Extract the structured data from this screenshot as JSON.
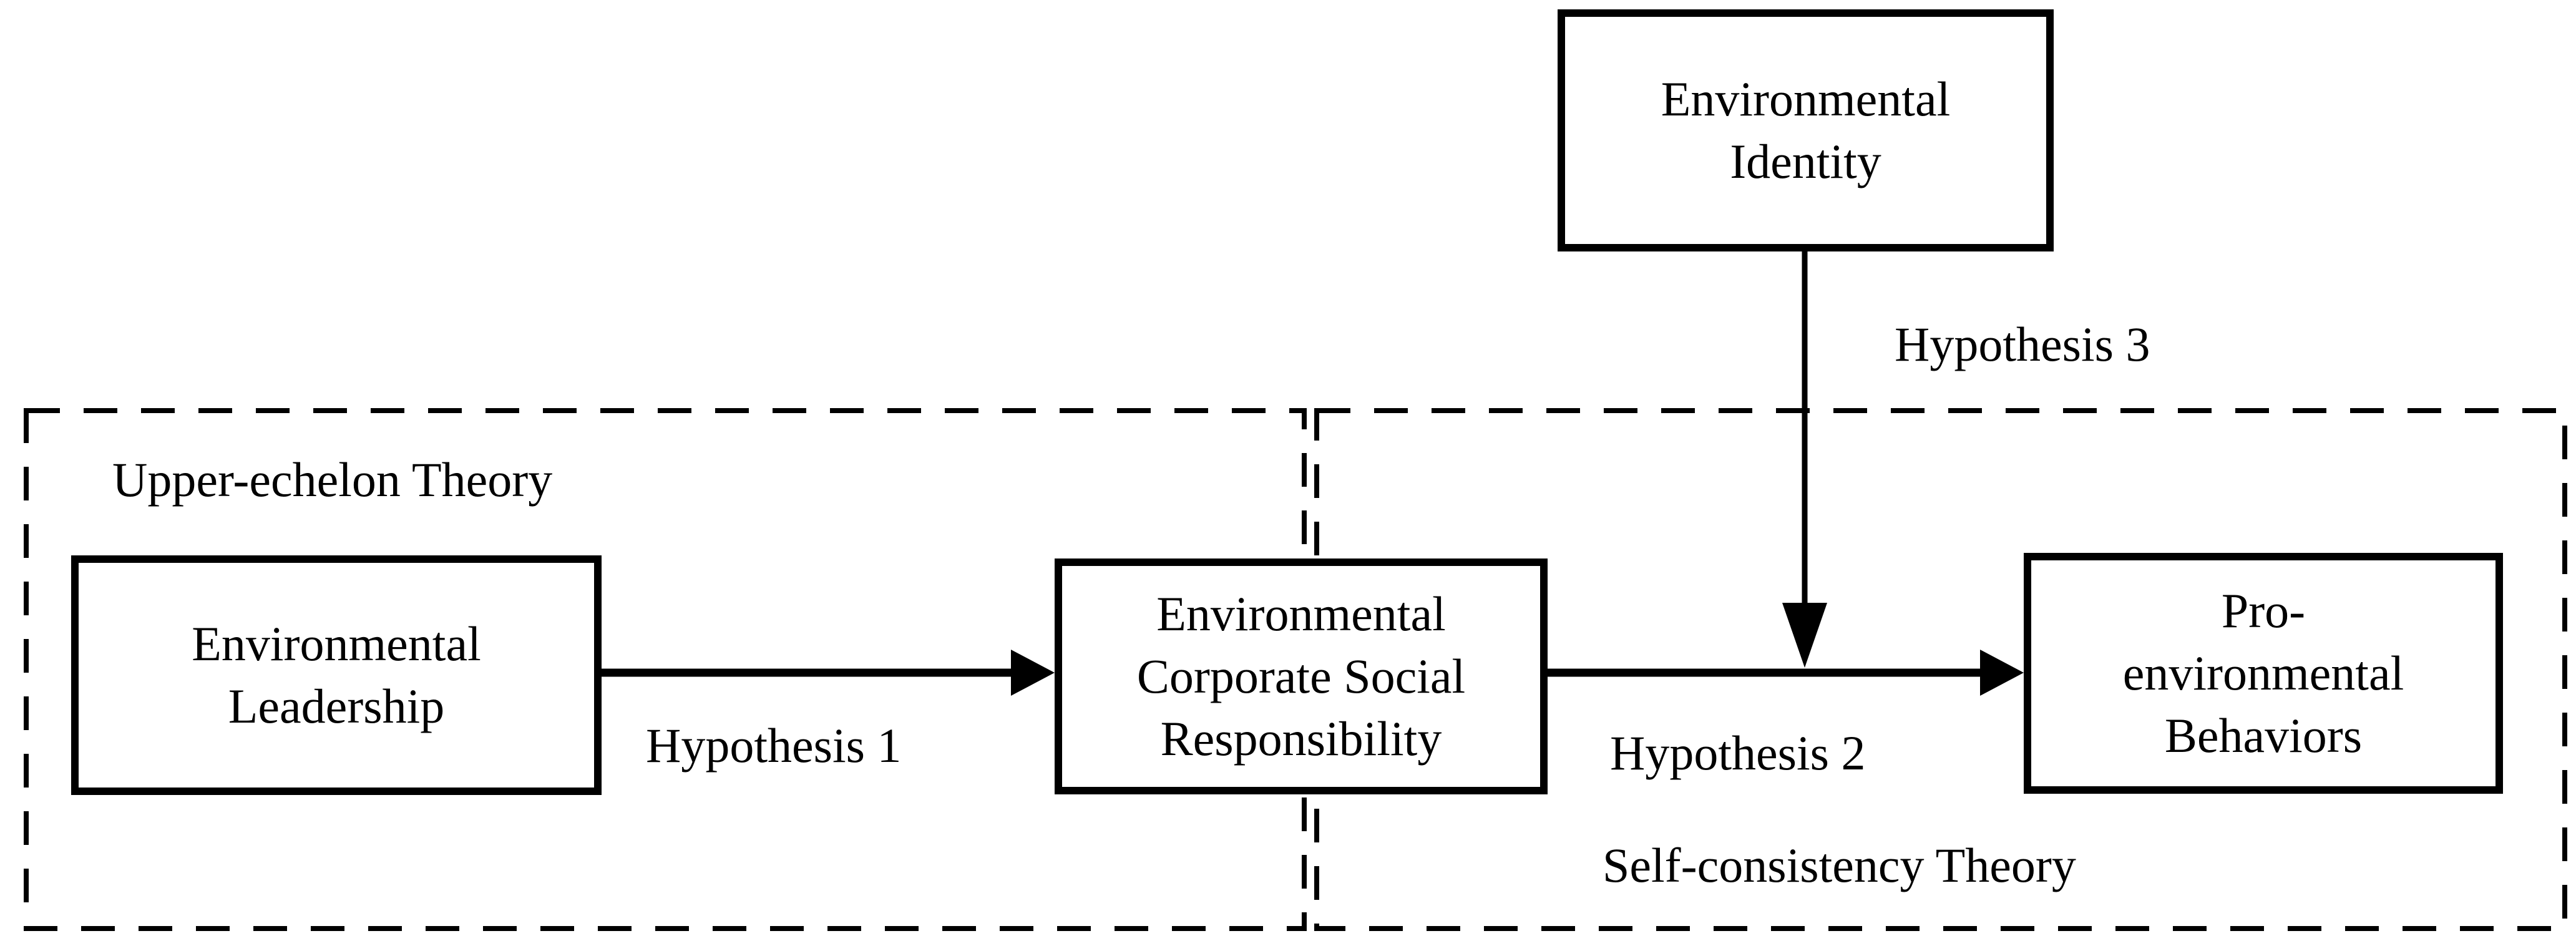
{
  "diagram": {
    "background_color": "#ffffff",
    "line_color": "#000000",
    "regions": {
      "upper_echelon": {
        "label": "Upper-echelon Theory"
      },
      "self_consistency": {
        "label": "Self-consistency Theory"
      }
    },
    "nodes": {
      "environmental_identity": {
        "label": "Environmental\nIdentity"
      },
      "environmental_leadership": {
        "label": "Environmental\nLeadership"
      },
      "environmental_csr": {
        "label": "Environmental\nCorporate Social\nResponsibility"
      },
      "pro_environmental_behaviors": {
        "label": "Pro-\nenvironmental\nBehaviors"
      }
    },
    "edges": {
      "hypothesis1": {
        "label": "Hypothesis 1"
      },
      "hypothesis2": {
        "label": "Hypothesis 2"
      },
      "hypothesis3": {
        "label": "Hypothesis 3"
      }
    }
  }
}
